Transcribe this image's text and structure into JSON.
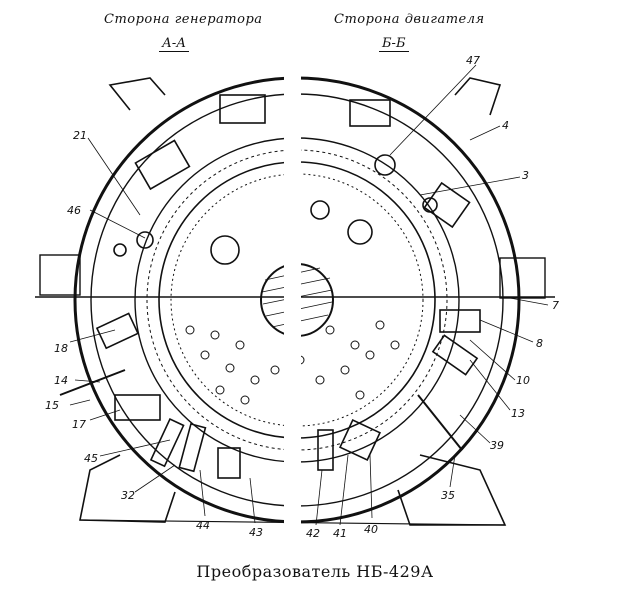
{
  "headers": {
    "generator_side": "Сторона генератора",
    "motor_side": "Сторона двигателя"
  },
  "sections": {
    "left": "А-А",
    "right": "Б-Б"
  },
  "callouts": [
    "21",
    "46",
    "18",
    "14",
    "15",
    "17",
    "45",
    "32",
    "44",
    "43",
    "42",
    "41",
    "40",
    "35",
    "39",
    "13",
    "10",
    "8",
    "7",
    "3",
    "4",
    "47"
  ],
  "caption": "Преобразователь НБ-429А"
}
